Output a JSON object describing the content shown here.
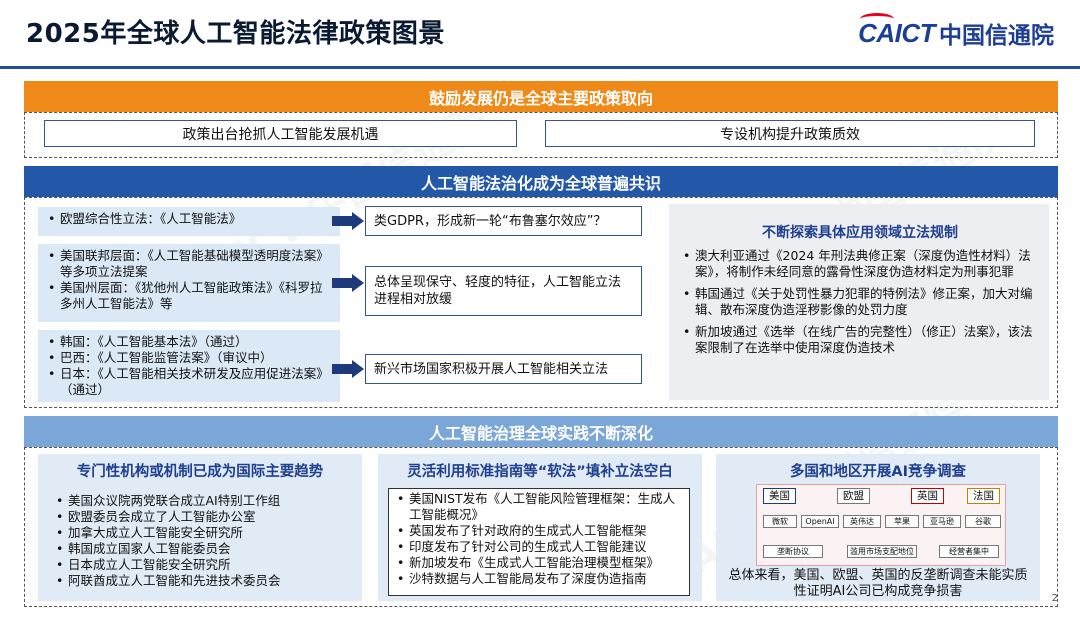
{
  "header": {
    "title": "2025年全球人工智能法律政策图景",
    "logo_mark": "CAICT",
    "logo_text": "中国信通院"
  },
  "section1": {
    "title": "鼓励发展仍是全球主要政策取向",
    "boxes": [
      "政策出台抢抓人工智能发展机遇",
      "专设机构提升政策质效"
    ]
  },
  "section2": {
    "title": "人工智能法治化成为全球普遍共识",
    "groups": [
      {
        "items": [
          "欧盟综合性立法：《人工智能法》"
        ],
        "summary": "类GDPR，形成新一轮“布鲁塞尔效应”？"
      },
      {
        "items": [
          "美国联邦层面：《人工智能基础模型透明度法案》等多项立法提案",
          "美国州层面：《犹他州人工智能政策法》《科罗拉多州人工智能法》等"
        ],
        "summary": "总体呈现保守、轻度的特征，人工智能立法进程相对放缓"
      },
      {
        "items": [
          "韩国：《人工智能基本法》（通过）",
          "巴西：《人工智能监管法案》（审议中）",
          "日本：《人工智能相关技术研发及应用促进法案》（通过）"
        ],
        "summary": "新兴市场国家积极开展人工智能相关立法"
      }
    ],
    "right_title": "不断探索具体应用领域立法规制",
    "right_items": [
      "澳大利亚通过《2024 年刑法典修正案（深度伪造性材料）法案》，将制作未经同意的露骨性深度伪造材料定为刑事犯罪",
      "韩国通过《关于处罚性暴力犯罪的特例法》修正案，加大对编辑、散布深度伪造淫秽影像的处罚力度",
      "新加坡通过《选举（在线广告的完整性）（修正）法案》，该法案限制了在选举中使用深度伪造技术"
    ]
  },
  "section3": {
    "title": "人工智能治理全球实践不断深化",
    "col1": {
      "title": "专门性机构或机制已成为国际主要趋势",
      "items": [
        "美国众议院两党联合成立AI特别工作组",
        "欧盟委员会成立了人工智能办公室",
        "加拿大成立人工智能安全研究所",
        "韩国成立国家人工智能委员会",
        "日本成立人工智能安全研究所",
        "阿联酋成立人工智能和先进技术委员会"
      ]
    },
    "col2": {
      "title": "灵活利用标准指南等“软法”填补立法空白",
      "items": [
        "美国NIST发布《人工智能风险管理框架：生成人工智能概况》",
        "英国发布了针对政府的生成式人工智能框架",
        "印度发布了针对公司的生成式人工智能建议",
        "新加坡发布《生成式人工智能治理模型框架》",
        "沙特数据与人工智能局发布了深度伪造指南"
      ]
    },
    "col3": {
      "title": "多国和地区开展AI竞争调查",
      "regions": [
        "美国",
        "欧盟",
        "英国",
        "法国"
      ],
      "companies": [
        "微软",
        "OpenAI",
        "英伟达",
        "苹果",
        "亚马逊",
        "谷歌"
      ],
      "issues": [
        "垄断协议",
        "滥用市场支配地位",
        "经营者集中"
      ],
      "summary": "总体来看，美国、欧盟、英国的反垄断调查未能实质性证明AI公司已构成竞争损害"
    }
  },
  "page_number": "2",
  "colors": {
    "orange": "#ef8a19",
    "blue_dark": "#2357a8",
    "blue_light": "#7aa6d8",
    "navy": "#1f3a7a"
  }
}
